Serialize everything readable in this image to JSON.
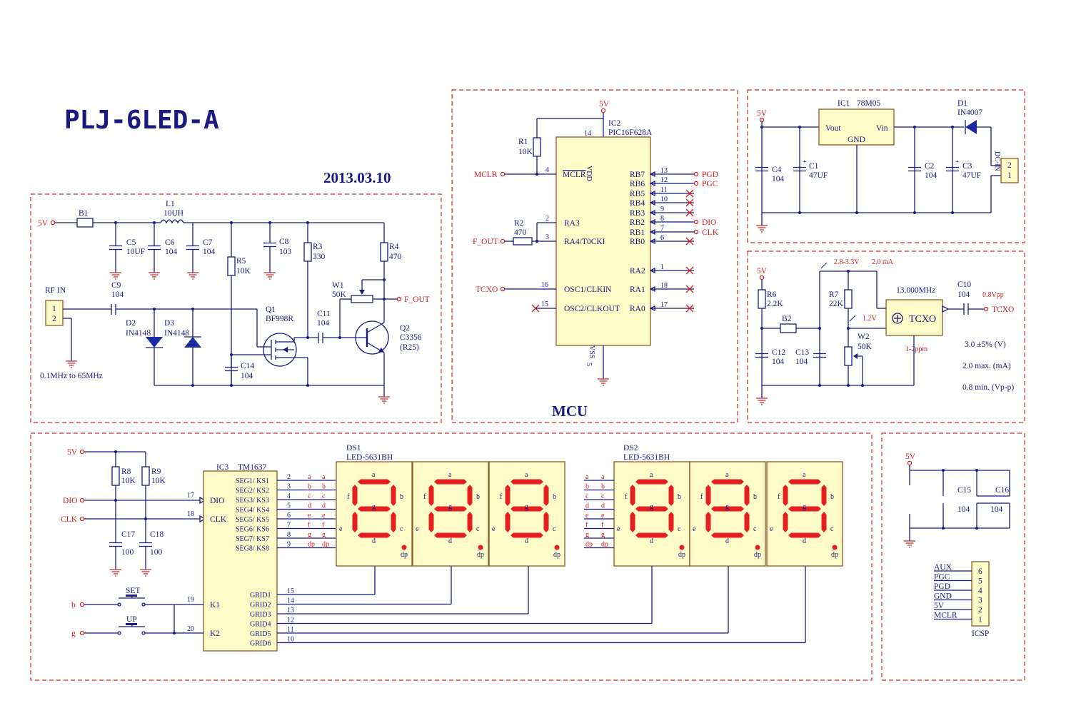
{
  "title": "PLJ-6LED-A",
  "date": "2013.03.10",
  "sections": {
    "mcu_label": "MCU"
  },
  "rf_section": {
    "power_label": "5V",
    "b1": "B1",
    "l1": "L1",
    "l1_value": "10UH",
    "c5": "C5",
    "c5_value": "10UF",
    "c6": "C6",
    "c6_value": "104",
    "c7": "C7",
    "c7_value": "104",
    "c8": "C8",
    "c8_value": "103",
    "r3": "R3",
    "r3_value": "330",
    "r4": "R4",
    "r4_value": "470",
    "r5": "R5",
    "r5_value": "10K",
    "c9": "C9",
    "c9_value": "104",
    "rf_in": "RF IN",
    "conn_pins": [
      "1",
      "2"
    ],
    "d2": "D2",
    "d2_value": "IN4148",
    "d3": "D3",
    "d3_value": "IN4148",
    "q1": "Q1",
    "q1_value": "BF998R",
    "c11": "C11",
    "c11_value": "104",
    "w1": "W1",
    "w1_value": "50K",
    "q2": "Q2",
    "q2_value": "C3356",
    "q2_note": "(R25)",
    "c14": "C14",
    "c14_value": "104",
    "f_out": "F_OUT",
    "freq_range": "0.1MHz to 65MHz"
  },
  "mcu": {
    "ref": "IC2",
    "part": "PIC16F628A",
    "power_label": "5V",
    "r1": "R1",
    "r1_value": "10K",
    "r2": "R2",
    "r2_value": "470",
    "net_mclr": "MCLR",
    "net_fout": "F_OUT",
    "net_tcxo": "TCXO",
    "vdd": "VDD",
    "vdd_pin": "14",
    "vss": "VSS",
    "vss_pin": "5",
    "left_pins": [
      {
        "num": "4",
        "name": "MCLR"
      },
      {
        "num": "2",
        "name": "RA3"
      },
      {
        "num": "3",
        "name": "RA4/T0CKI"
      },
      {
        "num": "16",
        "name": "OSC1/CLKIN"
      },
      {
        "num": "15",
        "name": "OSC2/CLKOUT"
      }
    ],
    "right_pins": [
      {
        "num": "13",
        "name": "RB7",
        "net": "PGD"
      },
      {
        "num": "12",
        "name": "RB6",
        "net": "PGC"
      },
      {
        "num": "11",
        "name": "RB5",
        "net": ""
      },
      {
        "num": "10",
        "name": "RB4",
        "net": ""
      },
      {
        "num": "9",
        "name": "RB3",
        "net": ""
      },
      {
        "num": "8",
        "name": "RB2",
        "net": "DIO"
      },
      {
        "num": "7",
        "name": "RB1",
        "net": "CLK"
      },
      {
        "num": "6",
        "name": "RB0",
        "net": ""
      },
      {
        "num": "1",
        "name": "RA2",
        "net": ""
      },
      {
        "num": "18",
        "name": "RA1",
        "net": ""
      },
      {
        "num": "17",
        "name": "RA0",
        "net": ""
      }
    ]
  },
  "power": {
    "ic1": "IC1",
    "ic1_value": "78M05",
    "vout": "Vout",
    "vin": "Vin",
    "gnd": "GND",
    "d1": "D1",
    "d1_value": "IN4007",
    "dc_in": "DC-IN",
    "c4": "C4",
    "c4_value": "104",
    "c1": "C1",
    "c1_value": "47UF",
    "c2": "C2",
    "c2_value": "104",
    "c3": "C3",
    "c3_value": "47UF",
    "power_label": "5V",
    "conn_pins": [
      "2",
      "1"
    ]
  },
  "tcxo": {
    "power_label": "5V",
    "r6": "R6",
    "r6_value": "2.2K",
    "r7": "R7",
    "r7_value": "22K",
    "b2": "B2",
    "w2": "W2",
    "w2_value": "50K",
    "c12": "C12",
    "c12_value": "104",
    "c13": "C13",
    "c13_value": "104",
    "c10": "C10",
    "c10_value": "104",
    "voltage_note": "2.8-3.3V",
    "current_note": "2.0 mA",
    "v12": "1.2V",
    "freq": "13.000MHz",
    "tcxo_label": "TCXO",
    "ppm": "1-2ppm",
    "vpp": "0.8Vpp",
    "net_tcxo": "TCXO",
    "spec1": "3.0 ±5% (V)",
    "spec2": "2.0 max. (mA)",
    "spec3": "0.8 min. (Vp-p)"
  },
  "display": {
    "power_label": "5V",
    "r8": "R8",
    "r8_value": "10K",
    "r9": "R9",
    "r9_value": "10K",
    "c17": "C17",
    "c17_value": "100",
    "c18": "C18",
    "c18_value": "100",
    "net_dio": "DIO",
    "net_clk": "CLK",
    "ic3": "IC3",
    "ic3_value": "TM1637",
    "dio_pin": "17",
    "dio_name": "DIO",
    "clk_pin": "18",
    "clk_name": "CLK",
    "k1_pin": "19",
    "k1_name": "K1",
    "k2_pin": "20",
    "k2_name": "K2",
    "seg_pins": [
      {
        "name": "SEG1/ KS1",
        "num": "2",
        "seg": "a"
      },
      {
        "name": "SEG2/ KS2",
        "num": "3",
        "seg": "b"
      },
      {
        "name": "SEG3/ KS3",
        "num": "4",
        "seg": "c"
      },
      {
        "name": "SEG4/ KS4",
        "num": "5",
        "seg": "d"
      },
      {
        "name": "SEG5/ KS5",
        "num": "6",
        "seg": "e"
      },
      {
        "name": "SEG6/ KS6",
        "num": "7",
        "seg": "f"
      },
      {
        "name": "SEG7/ KS7",
        "num": "8",
        "seg": "g"
      },
      {
        "name": "SEG8/ KS8",
        "num": "9",
        "seg": "dp"
      }
    ],
    "grid_pins": [
      {
        "name": "GRID1",
        "num": "15"
      },
      {
        "name": "GRID2",
        "num": "14"
      },
      {
        "name": "GRID3",
        "num": "13"
      },
      {
        "name": "GRID4",
        "num": "12"
      },
      {
        "name": "GRID5",
        "num": "11"
      },
      {
        "name": "GRID6",
        "num": "10"
      }
    ],
    "ds1": "DS1",
    "ds1_value": "LED-5631BH",
    "ds2": "DS2",
    "ds2_value": "LED-5631BH",
    "btn_set": "SET",
    "btn_up": "UP",
    "net_b": "b",
    "net_g": "g",
    "seg_letters": [
      "a",
      "b",
      "c",
      "d",
      "e",
      "f",
      "g",
      "dp"
    ]
  },
  "icsp": {
    "power_label": "5V",
    "c15": "C15",
    "c15_value": "104",
    "c16": "C16",
    "c16_value": "104",
    "label": "ICSP",
    "pins": [
      {
        "num": "6",
        "name": "AUX"
      },
      {
        "num": "5",
        "name": "PGC"
      },
      {
        "num": "4",
        "name": "PGD"
      },
      {
        "num": "3",
        "name": "GND"
      },
      {
        "num": "2",
        "name": "5V"
      },
      {
        "num": "1",
        "name": "MCLR"
      }
    ]
  }
}
